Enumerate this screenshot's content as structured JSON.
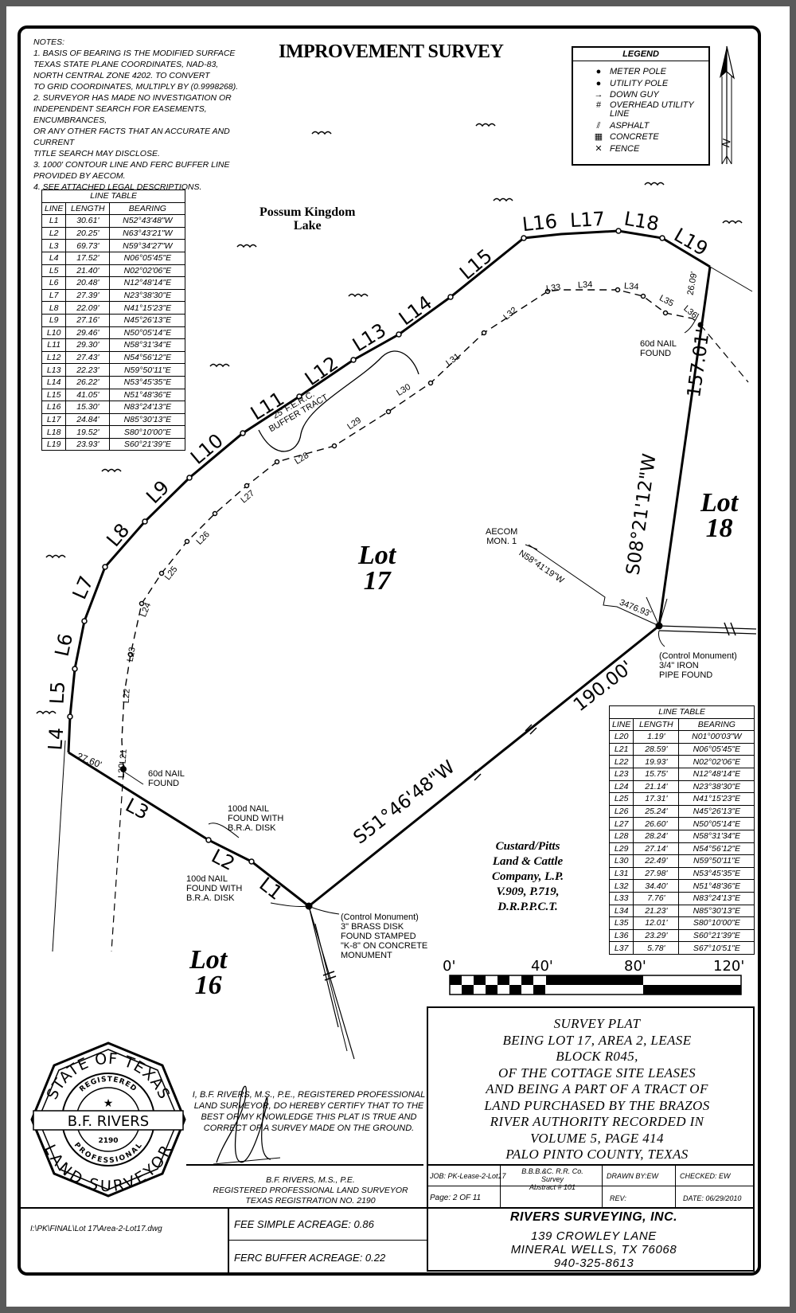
{
  "title": "IMPROVEMENT SURVEY",
  "notes": [
    "NOTES:",
    "1. BASIS OF BEARING IS THE MODIFIED SURFACE\nTEXAS STATE PLANE COORDINATES, NAD-83,\nNORTH CENTRAL ZONE 4202. TO CONVERT\nTO GRID COORDINATES, MULTIPLY BY (0.9998268).",
    "2. SURVEYOR HAS MADE NO INVESTIGATION OR\nINDEPENDENT SEARCH FOR EASEMENTS, ENCUMBRANCES,\nOR ANY OTHER FACTS THAT AN ACCURATE AND CURRENT\nTITLE SEARCH MAY DISCLOSE.",
    "3. 1000' CONTOUR LINE AND FERC BUFFER LINE\nPROVIDED BY AECOM.",
    "4. SEE ATTACHED LEGAL DESCRIPTIONS."
  ],
  "legend": {
    "heading": "LEGEND",
    "items": [
      {
        "symbol": "●",
        "label": "METER POLE"
      },
      {
        "symbol": "●",
        "label": "UTILITY POLE"
      },
      {
        "symbol": "→",
        "label": "DOWN GUY"
      },
      {
        "symbol": "#",
        "label": "OVERHEAD UTILITY LINE"
      },
      {
        "symbol": "⫽",
        "label": "ASPHALT"
      },
      {
        "symbol": "▦",
        "label": "CONCRETE"
      },
      {
        "symbol": "✕",
        "label": "FENCE"
      }
    ]
  },
  "line_table_1": {
    "caption": "LINE TABLE",
    "headers": [
      "LINE",
      "LENGTH",
      "BEARING"
    ],
    "rows": [
      [
        "L1",
        "30.61'",
        "N52°43'48\"W"
      ],
      [
        "L2",
        "20.25'",
        "N63°43'21\"W"
      ],
      [
        "L3",
        "69.73'",
        "N59°34'27\"W"
      ],
      [
        "L4",
        "17.52'",
        "N06°05'45\"E"
      ],
      [
        "L5",
        "21.40'",
        "N02°02'06\"E"
      ],
      [
        "L6",
        "20.48'",
        "N12°48'14\"E"
      ],
      [
        "L7",
        "27.39'",
        "N23°38'30\"E"
      ],
      [
        "L8",
        "22.09'",
        "N41°15'23\"E"
      ],
      [
        "L9",
        "27.16'",
        "N45°26'13\"E"
      ],
      [
        "L10",
        "29.46'",
        "N50°05'14\"E"
      ],
      [
        "L11",
        "29.30'",
        "N58°31'34\"E"
      ],
      [
        "L12",
        "27.43'",
        "N54°56'12\"E"
      ],
      [
        "L13",
        "22.23'",
        "N59°50'11\"E"
      ],
      [
        "L14",
        "26.22'",
        "N53°45'35\"E"
      ],
      [
        "L15",
        "41.05'",
        "N51°48'36\"E"
      ],
      [
        "L16",
        "15.30'",
        "N83°24'13\"E"
      ],
      [
        "L17",
        "24.84'",
        "N85°30'13\"E"
      ],
      [
        "L18",
        "19.52'",
        "S80°10'00\"E"
      ],
      [
        "L19",
        "23.93'",
        "S60°21'39\"E"
      ]
    ]
  },
  "line_table_2": {
    "caption": "LINE TABLE",
    "headers": [
      "LINE",
      "LENGTH",
      "BEARING"
    ],
    "rows": [
      [
        "L20",
        "1.19'",
        "N01°00'03\"W"
      ],
      [
        "L21",
        "28.59'",
        "N06°05'45\"E"
      ],
      [
        "L22",
        "19.93'",
        "N02°02'06\"E"
      ],
      [
        "L23",
        "15.75'",
        "N12°48'14\"E"
      ],
      [
        "L24",
        "21.14'",
        "N23°38'30\"E"
      ],
      [
        "L25",
        "17.31'",
        "N41°15'23\"E"
      ],
      [
        "L26",
        "25.24'",
        "N45°26'13\"E"
      ],
      [
        "L27",
        "26.60'",
        "N50°05'14\"E"
      ],
      [
        "L28",
        "28.24'",
        "N58°31'34\"E"
      ],
      [
        "L29",
        "27.14'",
        "N54°56'12\"E"
      ],
      [
        "L30",
        "22.49'",
        "N59°50'11\"E"
      ],
      [
        "L31",
        "27.98'",
        "N53°45'35\"E"
      ],
      [
        "L32",
        "34.40'",
        "N51°48'36\"E"
      ],
      [
        "L33",
        "7.76'",
        "N83°24'13\"E"
      ],
      [
        "L34",
        "21.23'",
        "N85°30'13\"E"
      ],
      [
        "L35",
        "12.01'",
        "S80°10'00\"E"
      ],
      [
        "L36",
        "23.29'",
        "S60°21'39\"E"
      ],
      [
        "L37",
        "5.78'",
        "S67°10'51\"E"
      ]
    ]
  },
  "map": {
    "lake": [
      "Possum Kingdom",
      "Lake"
    ],
    "lot17": [
      "Lot",
      "17"
    ],
    "lot18": [
      "Lot",
      "18"
    ],
    "lot16": [
      "Lot",
      "16"
    ],
    "bearing_east": "S08°21'12\"W",
    "dist_east": "157.01'",
    "bearing_south": "S51°46'48\"W",
    "dist_south": "190.00'",
    "dist_26": "26.09'",
    "dist_2760": "27.60'",
    "aecom": [
      "AECOM",
      "MON. 1"
    ],
    "aecom_bearing": "N58°41'19\"W",
    "aecom_dist": "3476.93'",
    "ferc": [
      "25' F.E.R.C.",
      "BUFFER TRACT"
    ],
    "nail_ne": "60d NAIL\nFOUND",
    "nail_w": "60d NAIL\nFOUND",
    "nail_100a": "100d NAIL\nFOUND WITH\nB.R.A. DISK",
    "nail_100b": "100d NAIL\nFOUND WITH\nB.R.A. DISK",
    "control_east": "(Control Monument)\n3/4\" IRON\nPIPE FOUND",
    "control_south": "(Control Monument)\n3\" BRASS DISK\nFOUND STAMPED\n\"K-8\" ON CONCRETE\nMONUMENT",
    "custard": "Custard/Pitts\nLand & Cattle\nCompany, L.P.\nV.909, P.719,\nD.R.P.P.C.T.",
    "line_labels": {
      "L1": "L1",
      "L2": "L2",
      "L3": "L3",
      "L4": "L4",
      "L5": "L5",
      "L6": "L6",
      "L7": "L7",
      "L8": "L8",
      "L9": "L9",
      "L10": "L10",
      "L11": "L11",
      "L12": "L12",
      "L13": "L13",
      "L14": "L14",
      "L15": "L15",
      "L16": "L16",
      "L17": "L17",
      "L18": "L18",
      "L19": "L19",
      "L20": "L20",
      "L21": "L21",
      "L22": "L22",
      "L23": "L23",
      "L24": "L24",
      "L25": "L25",
      "L26": "L26",
      "L27": "L27",
      "L28": "L28",
      "L29": "L29",
      "L30": "L30",
      "L31": "L31",
      "L32": "L32",
      "L33": "L33",
      "L34a": "L34",
      "L34b": "L34",
      "L35": "L35",
      "L36": "L36"
    }
  },
  "scale": {
    "labels": [
      "0'",
      "40'",
      "80'",
      "120'"
    ]
  },
  "plat": "SURVEY PLAT\nBEING LOT 17, AREA 2, LEASE\nBLOCK R045,\nOF THE COTTAGE SITE LEASES\nAND BEING A PART OF A TRACT OF\nLAND PURCHASED BY THE BRAZOS\nRIVER AUTHORITY RECORDED IN\nVOLUME 5, PAGE 414\nPALO PINTO COUNTY, TEXAS",
  "certification": "I, B.F. RIVERS, M.S., P.E., REGISTERED PROFESSIONAL LAND SURVEYOR, DO HEREBY CERTIFY THAT TO THE BEST OF MY KNOWLEDGE THIS PLAT IS TRUE AND CORRECT OF A SURVEY MADE ON THE GROUND.",
  "signature": "B.F. RIVERS, M.S., P.E.\nREGISTERED PROFESSIONAL LAND SURVEYOR\nTEXAS REGISTRATION NO. 2190",
  "seal": {
    "top": "STATE OF TEXAS",
    "registered": "REGISTERED",
    "name": "B.F. RIVERS",
    "number": "2190",
    "professional": "PROFESSIONAL",
    "bottom": "LAND SURVEYOR"
  },
  "info": {
    "job": "JOB: PK-Lease-2-Lot17",
    "survey": "B.B.B.&C. R.R. Co. Survey\nAbstract # 101",
    "drawn": "DRAWN BY:EW",
    "checked": "CHECKED: EW",
    "page": "Page: 2 OF 11",
    "rev": "REV:",
    "date": "DATE: 06/29/2010"
  },
  "company": {
    "name": "RIVERS SURVEYING, INC.",
    "address": "139 CROWLEY LANE\nMINERAL WELLS, TX 76068\n940-325-8613"
  },
  "acreage": {
    "fee": "FEE SIMPLE ACREAGE: 0.86",
    "ferc": "FERC BUFFER ACREAGE: 0.22"
  },
  "file": "I:\\PK\\FINAL\\Lot 17\\Area-2-Lot17.dwg"
}
